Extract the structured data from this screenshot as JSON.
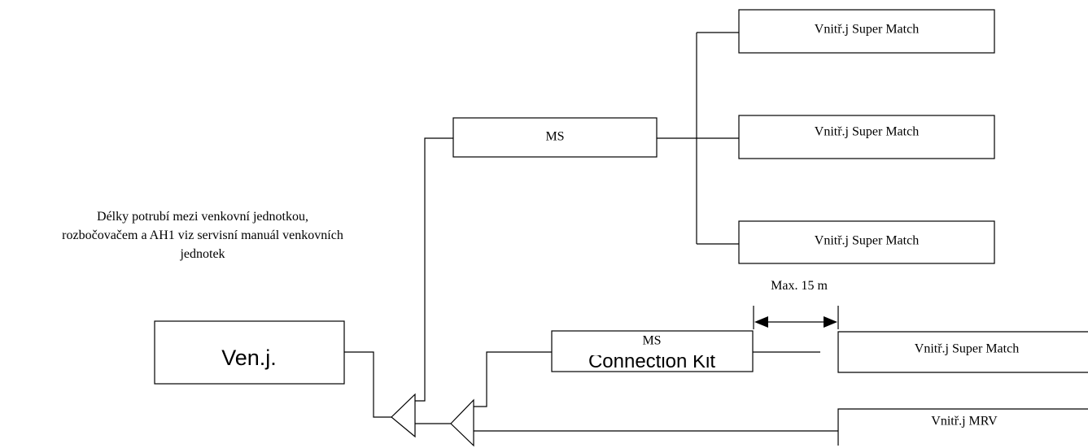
{
  "outdoor_unit": "Ven.j.",
  "note_lines": [
    "Délky potrubí mezi venkovní jednotkou,",
    "rozbočovačem a AH1 viz servisní manuál venkovních",
    "jednotek"
  ],
  "ms_upper": "MS",
  "ms_lower": "MS",
  "ms_lower_overlap_text": "Connection Kit",
  "indoor_units": {
    "sm_1": "Vnitř.j Super Match",
    "sm_2": "Vnitř.j Super Match",
    "sm_3": "Vnitř.j Super Match",
    "sm_4": "Vnitř.j Super Match",
    "mrv": "Vnitř.j MRV"
  },
  "max_length": "Max. 15 m"
}
